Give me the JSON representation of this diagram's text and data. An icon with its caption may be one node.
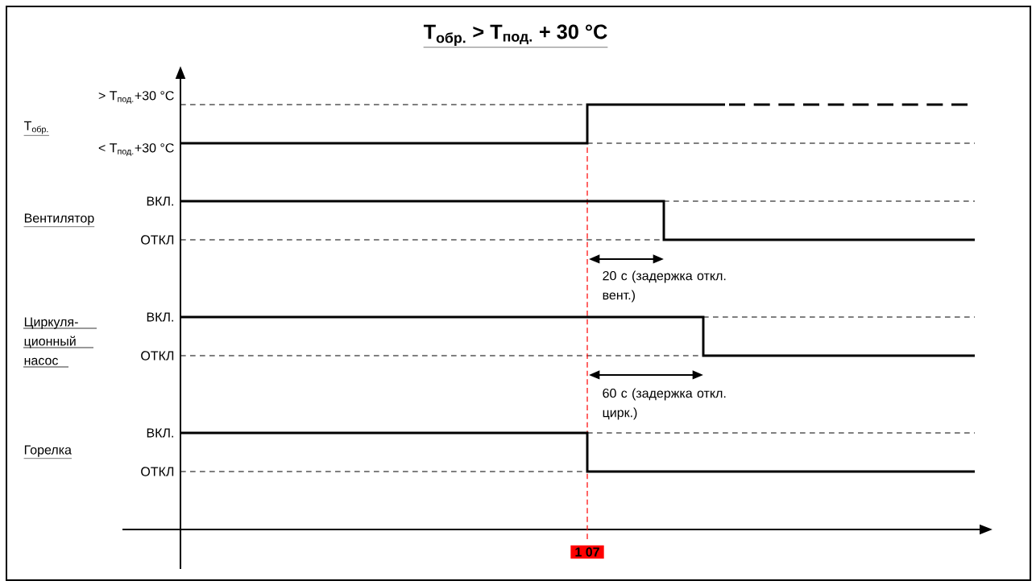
{
  "diagram": {
    "title": "T$_{обр.}$ > T$_{под.}$ + 30 °C",
    "nodes": [
      {
        "text": [
          "1 07"
        ]
      }
    ],
    "labels": [
      "> T$_{под.}$+30 °C",
      "T$_{обр.}$",
      "< T$_{под.}$+30 °C",
      "ВКЛ.",
      "Вентилятор",
      "ОТКЛ",
      "20 с (задержка откл. вент.)",
      "ВКЛ.",
      "Циркуля- ционный насос",
      "ОТКЛ",
      "60 с (задержка откл. цирк.)",
      "ВКЛ.",
      "Горелка",
      "ОТКЛ"
    ]
  }
}
